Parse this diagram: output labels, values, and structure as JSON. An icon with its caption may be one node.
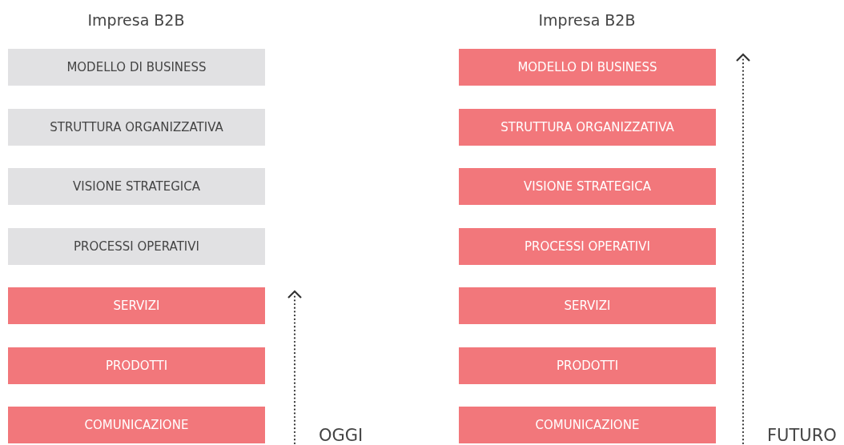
{
  "diagram": {
    "nodes": [
      {
        "text": [
          "MODELLO DI BUSINESS"
        ]
      },
      {
        "text": [
          "STRUTTURA ORGANIZZATIVA"
        ]
      },
      {
        "text": [
          "VISIONE STRATEGICA"
        ]
      },
      {
        "text": [
          "PROCESSI OPERATIVI"
        ]
      },
      {
        "text": [
          "SERVIZI"
        ]
      },
      {
        "text": [
          "PRODOTTI"
        ]
      },
      {
        "text": [
          "COMUNICAZIONE"
        ]
      },
      {
        "text": [
          "MODELLO DI BUSINESS"
        ]
      },
      {
        "text": [
          "STRUTTURA ORGANIZZATIVA"
        ]
      },
      {
        "text": [
          "VISIONE STRATEGICA"
        ]
      },
      {
        "text": [
          "PROCESSI OPERATIVI"
        ]
      },
      {
        "text": [
          "SERVIZI"
        ]
      },
      {
        "text": [
          "PRODOTTI"
        ]
      },
      {
        "text": [
          "COMUNICAZIONE"
        ]
      }
    ],
    "labels": [
      "Impresa B2B",
      "Impresa B2B",
      "OGGI",
      "FUTURO"
    ]
  }
}
